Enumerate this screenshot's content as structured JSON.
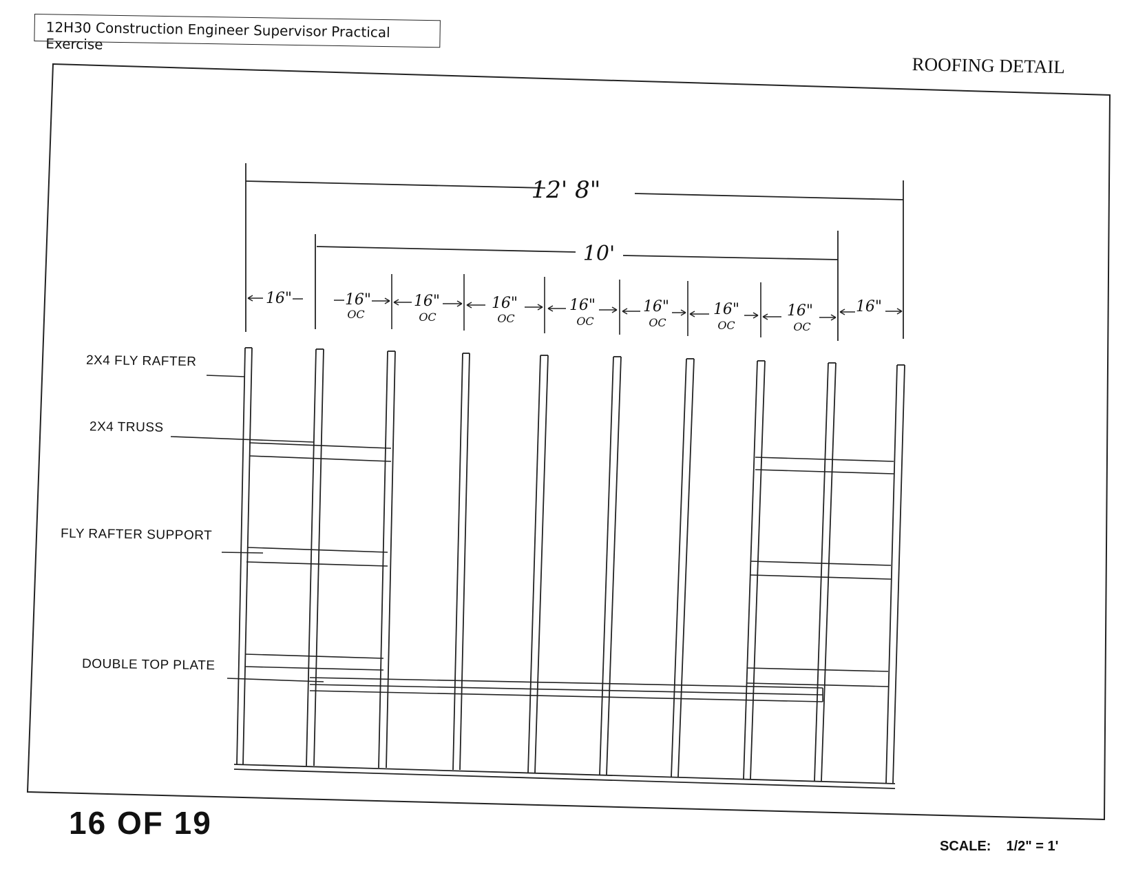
{
  "header": {
    "title": "12H30 Construction Engineer Supervisor Practical Exercise"
  },
  "sheet": {
    "title": "ROOFING DETAIL"
  },
  "dimensions": {
    "overall": "12' 8\"",
    "inner": "10'",
    "spacing": [
      {
        "label": "16\"",
        "sub": ""
      },
      {
        "label": "16\"",
        "sub": "OC"
      },
      {
        "label": "16\"",
        "sub": "OC"
      },
      {
        "label": "16\"",
        "sub": "OC"
      },
      {
        "label": "16\"",
        "sub": "OC"
      },
      {
        "label": "16\"",
        "sub": "OC"
      },
      {
        "label": "16\"",
        "sub": "OC"
      },
      {
        "label": "16\"",
        "sub": "OC"
      },
      {
        "label": "16\"",
        "sub": ""
      }
    ]
  },
  "callouts": {
    "fly_rafter": "2X4 FLY RAFTER",
    "truss": "2X4 TRUSS",
    "fly_rafter_support": "FLY RAFTER SUPPORT",
    "double_top_plate": "DOUBLE TOP PLATE"
  },
  "footer": {
    "page": "16 OF 19",
    "scale_label": "SCALE:",
    "scale_value": "1/2\" = 1'"
  }
}
